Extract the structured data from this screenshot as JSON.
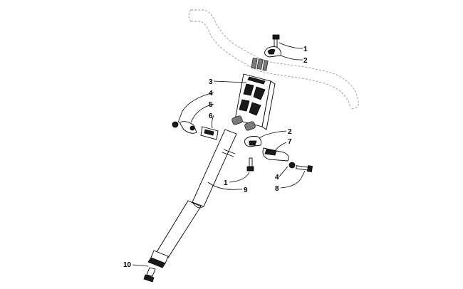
{
  "diagram": {
    "callouts": [
      {
        "id": "c1a",
        "label": "1"
      },
      {
        "id": "c2a",
        "label": "2"
      },
      {
        "id": "c3",
        "label": "3"
      },
      {
        "id": "c4a",
        "label": "4"
      },
      {
        "id": "c5",
        "label": "5"
      },
      {
        "id": "c6",
        "label": "6"
      },
      {
        "id": "c2b",
        "label": "2"
      },
      {
        "id": "c7",
        "label": "7"
      },
      {
        "id": "c1b",
        "label": "1"
      },
      {
        "id": "c4b",
        "label": "4"
      },
      {
        "id": "c9",
        "label": "9"
      },
      {
        "id": "c8",
        "label": "8"
      },
      {
        "id": "c10",
        "label": "10"
      }
    ]
  }
}
